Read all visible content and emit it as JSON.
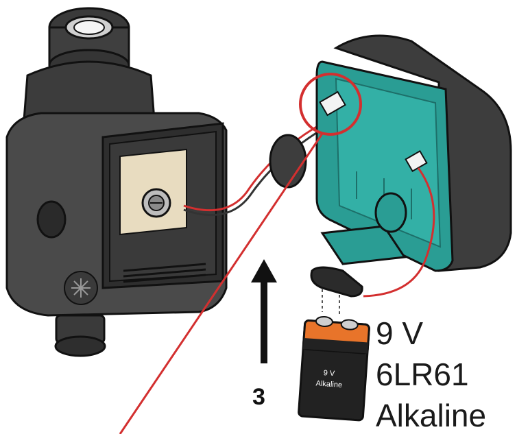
{
  "step": {
    "number": "3"
  },
  "battery_spec": {
    "voltage": "9 V",
    "type": "6LR61",
    "chemistry": "Alkaline"
  },
  "battery_body": {
    "voltage": "9 V",
    "chemistry": "Alkaline"
  },
  "colors": {
    "housing": "#4a4a4a",
    "housing_dark": "#2e2e2e",
    "cover_teal": "#2a9d94",
    "cover_teal_dark": "#1d6f69",
    "plate": "#e8dcc0",
    "wire_red": "#d32f2f",
    "highlight_red": "#d32f2f",
    "battery_orange": "#e8742a",
    "battery_black": "#222222"
  }
}
